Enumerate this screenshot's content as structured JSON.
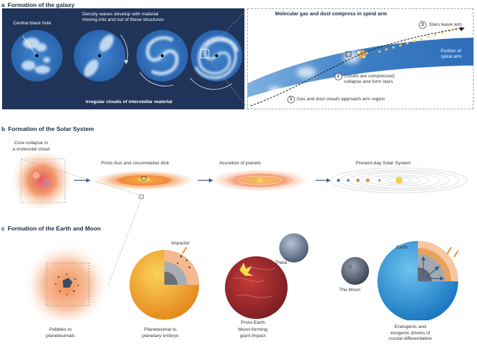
{
  "panel_a": {
    "letter": "a",
    "title": "Formation of the galaxy",
    "black_hole_label": "Central black hole",
    "density_label_line1": "Density waves develop with material",
    "density_label_line2": "moving into and out of these structures",
    "clouds_label": "Irregular clouds of interstellar material",
    "inset_title": "Molecular gas and dust compress in spiral arm",
    "step1": {
      "num": "1",
      "text": "Gas and dust clouds approach arm region"
    },
    "step2": {
      "num": "2",
      "text_line1": "Clouds are compressed,",
      "text_line2": "collapse and form stars"
    },
    "step3": {
      "num": "3",
      "text": "Stars leave arm"
    },
    "arm_label_line1": "Portion of",
    "arm_label_line2": "spiral arm"
  },
  "panel_b": {
    "letter": "b",
    "title": "Formation of the Solar System",
    "core_label_line1": "Core collapse in",
    "core_label_line2": "a molecular cloud",
    "stage1": "Proto-Sun and circumstellar disk",
    "stage2": "Accretion of planets",
    "stage3": "Present-day Solar System"
  },
  "panel_c": {
    "letter": "c",
    "title": "Formation of the Earth and Moon",
    "pebbles_line1": "Pebbles to",
    "pebbles_line2": "planetesimals",
    "embryo_line1": "Planetesimal to",
    "embryo_line2": "planetary embryo",
    "impactor_label": "Impactor",
    "theia_label": "Theia",
    "proto_earth_label": "Proto-Earth",
    "impact_line1": "Moon-forming",
    "impact_line2": "giant impact",
    "moon_label": "The Moon",
    "earth_label": "Earth",
    "drivers_line1": "Endogenic and",
    "drivers_line2": "exogenic drivers of",
    "drivers_line3": "crustal differentiation"
  },
  "colors": {
    "galaxy_bg": "#1f3458",
    "spiral_arm": "#3d7fc7",
    "accent_orange": "#f08a2c",
    "arrow_blue": "#3a5a80"
  }
}
